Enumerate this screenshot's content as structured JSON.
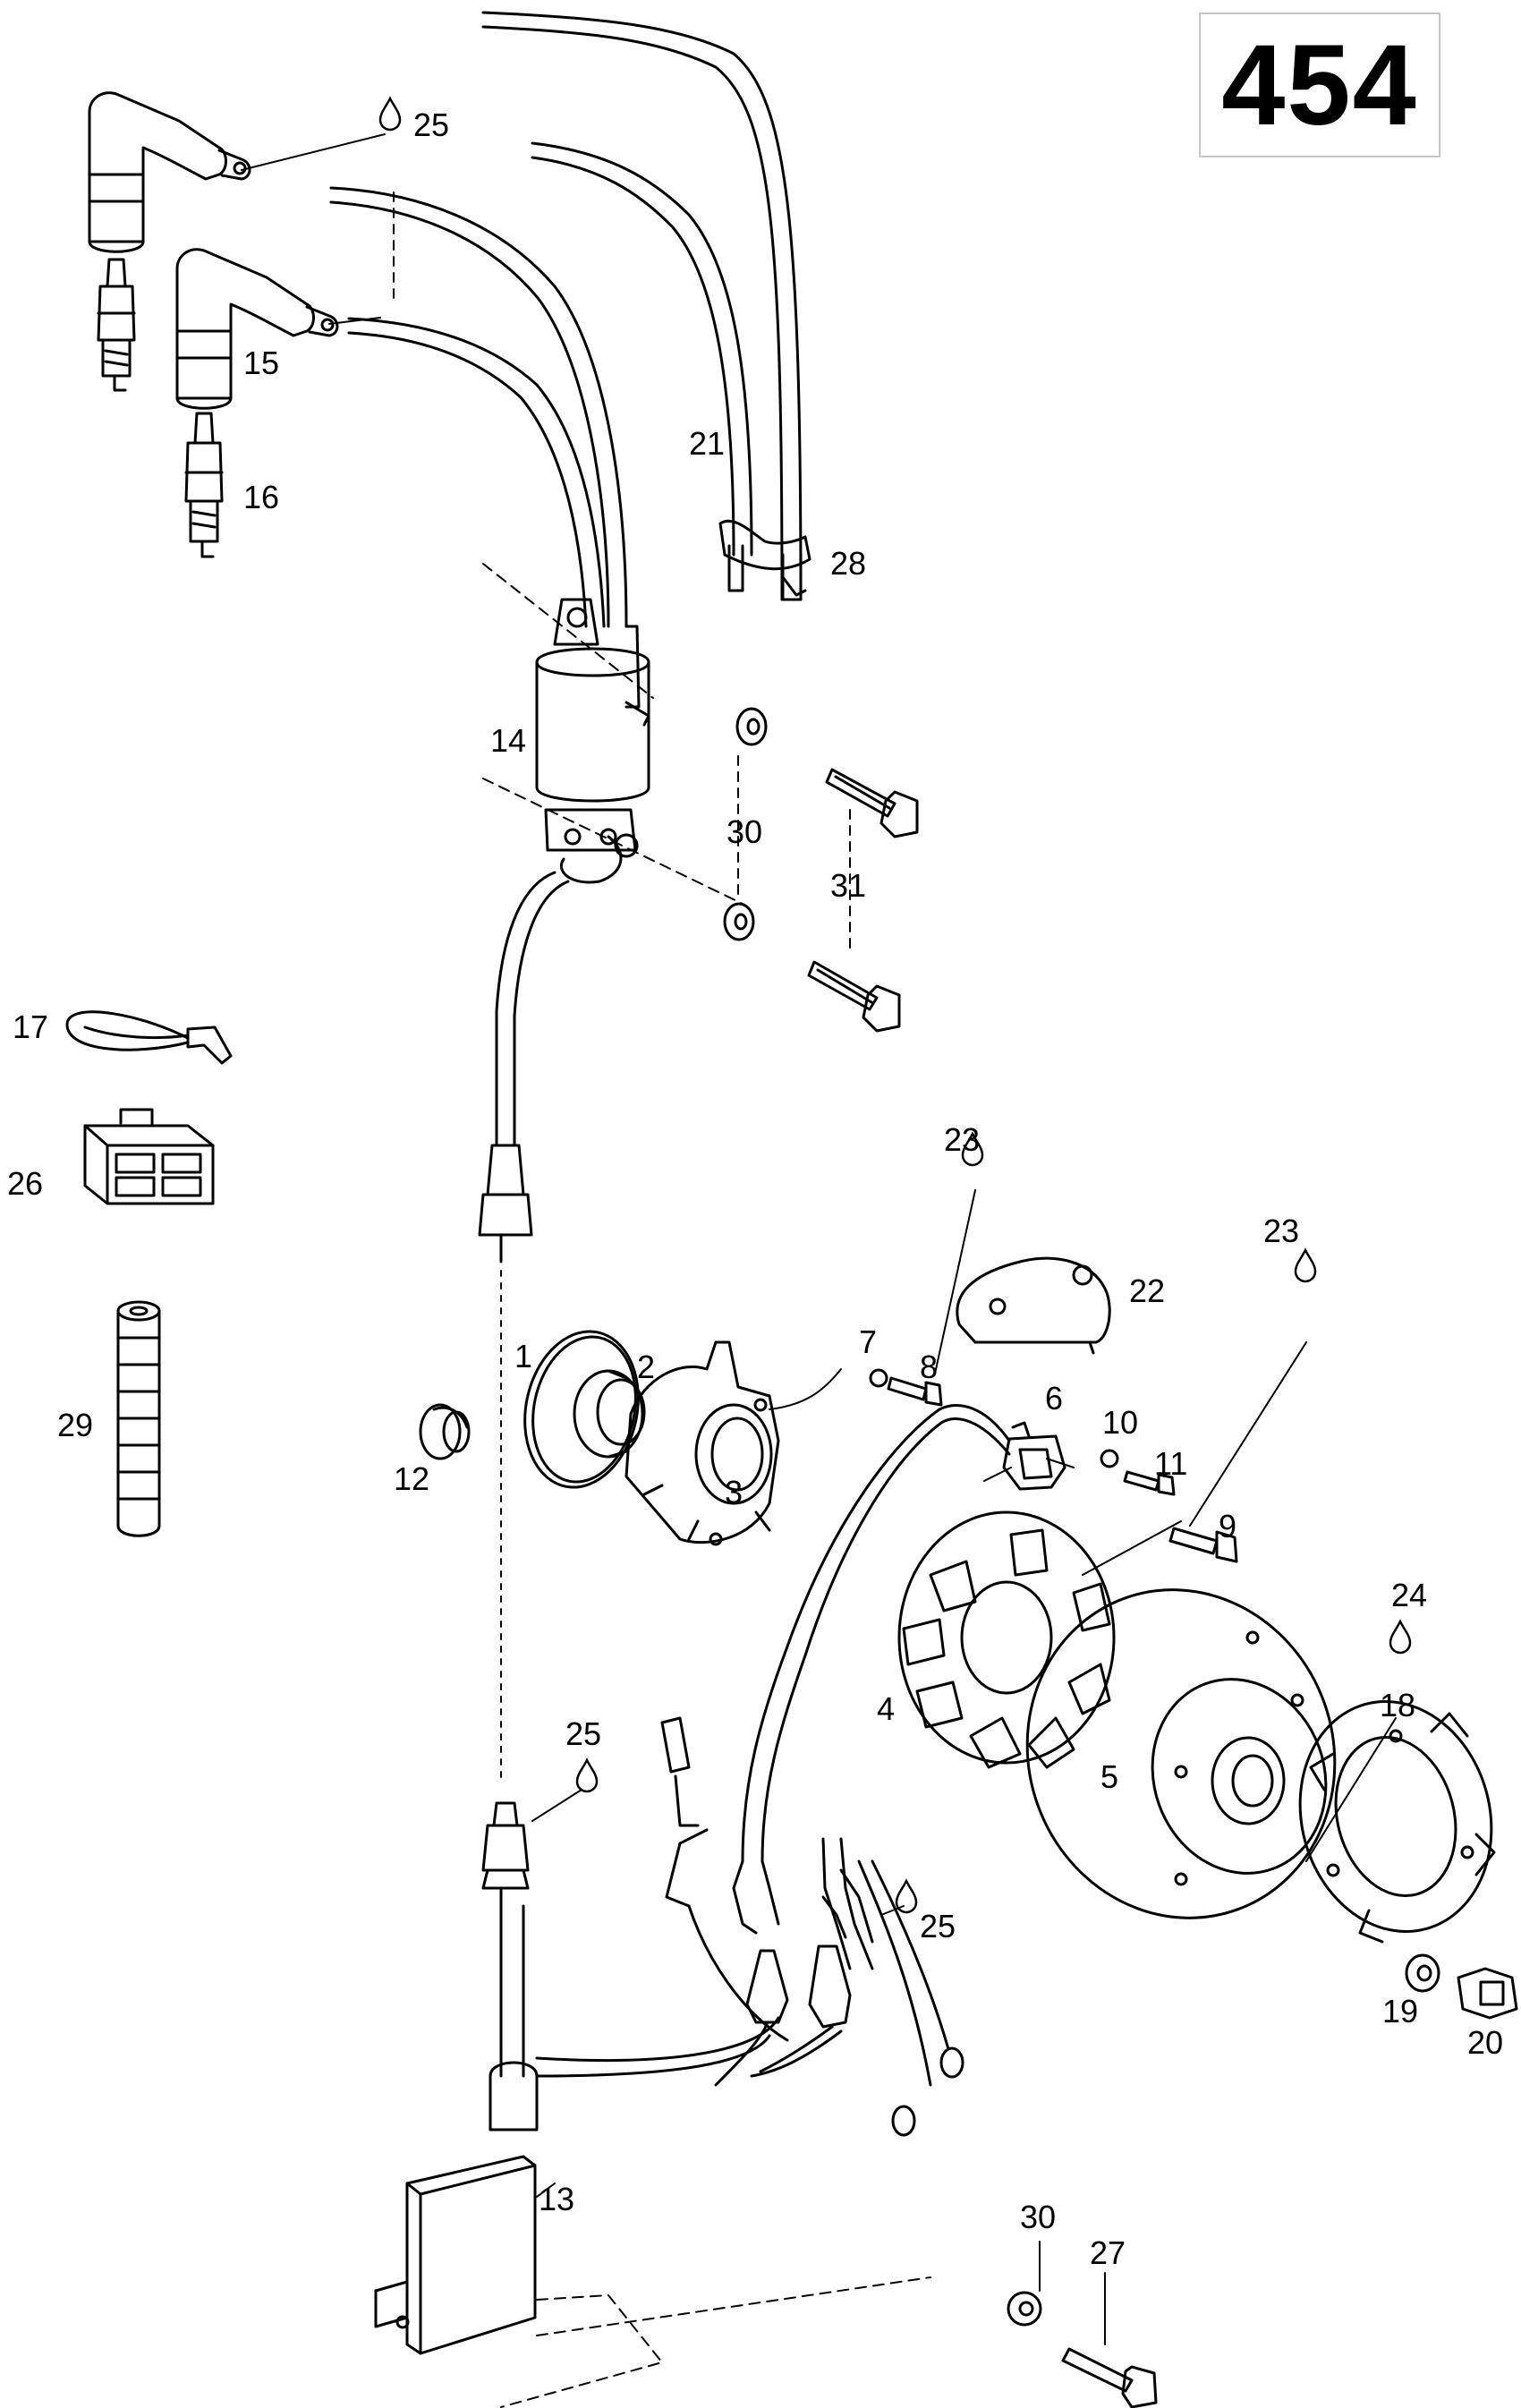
{
  "diagram_number": "454",
  "callouts": [
    {
      "id": "c-25a",
      "text": "25"
    },
    {
      "id": "c-15",
      "text": "15"
    },
    {
      "id": "c-16",
      "text": "16"
    },
    {
      "id": "c-21",
      "text": "21"
    },
    {
      "id": "c-28",
      "text": "28"
    },
    {
      "id": "c-14",
      "text": "14"
    },
    {
      "id": "c-30a",
      "text": "30"
    },
    {
      "id": "c-31",
      "text": "31"
    },
    {
      "id": "c-17",
      "text": "17"
    },
    {
      "id": "c-26",
      "text": "26"
    },
    {
      "id": "c-29",
      "text": "29"
    },
    {
      "id": "c-23a",
      "text": "23"
    },
    {
      "id": "c-22",
      "text": "22"
    },
    {
      "id": "c-23b",
      "text": "23"
    },
    {
      "id": "c-1",
      "text": "1"
    },
    {
      "id": "c-2",
      "text": "2"
    },
    {
      "id": "c-3",
      "text": "3"
    },
    {
      "id": "c-7",
      "text": "7"
    },
    {
      "id": "c-8",
      "text": "8"
    },
    {
      "id": "c-6",
      "text": "6"
    },
    {
      "id": "c-10",
      "text": "10"
    },
    {
      "id": "c-11",
      "text": "11"
    },
    {
      "id": "c-9",
      "text": "9"
    },
    {
      "id": "c-12",
      "text": "12"
    },
    {
      "id": "c-24",
      "text": "24"
    },
    {
      "id": "c-4",
      "text": "4"
    },
    {
      "id": "c-18",
      "text": "18"
    },
    {
      "id": "c-5",
      "text": "5"
    },
    {
      "id": "c-25b",
      "text": "25"
    },
    {
      "id": "c-25c",
      "text": "25"
    },
    {
      "id": "c-19",
      "text": "19"
    },
    {
      "id": "c-20",
      "text": "20"
    },
    {
      "id": "c-13",
      "text": "13"
    },
    {
      "id": "c-30b",
      "text": "30"
    },
    {
      "id": "c-27",
      "text": "27"
    }
  ]
}
